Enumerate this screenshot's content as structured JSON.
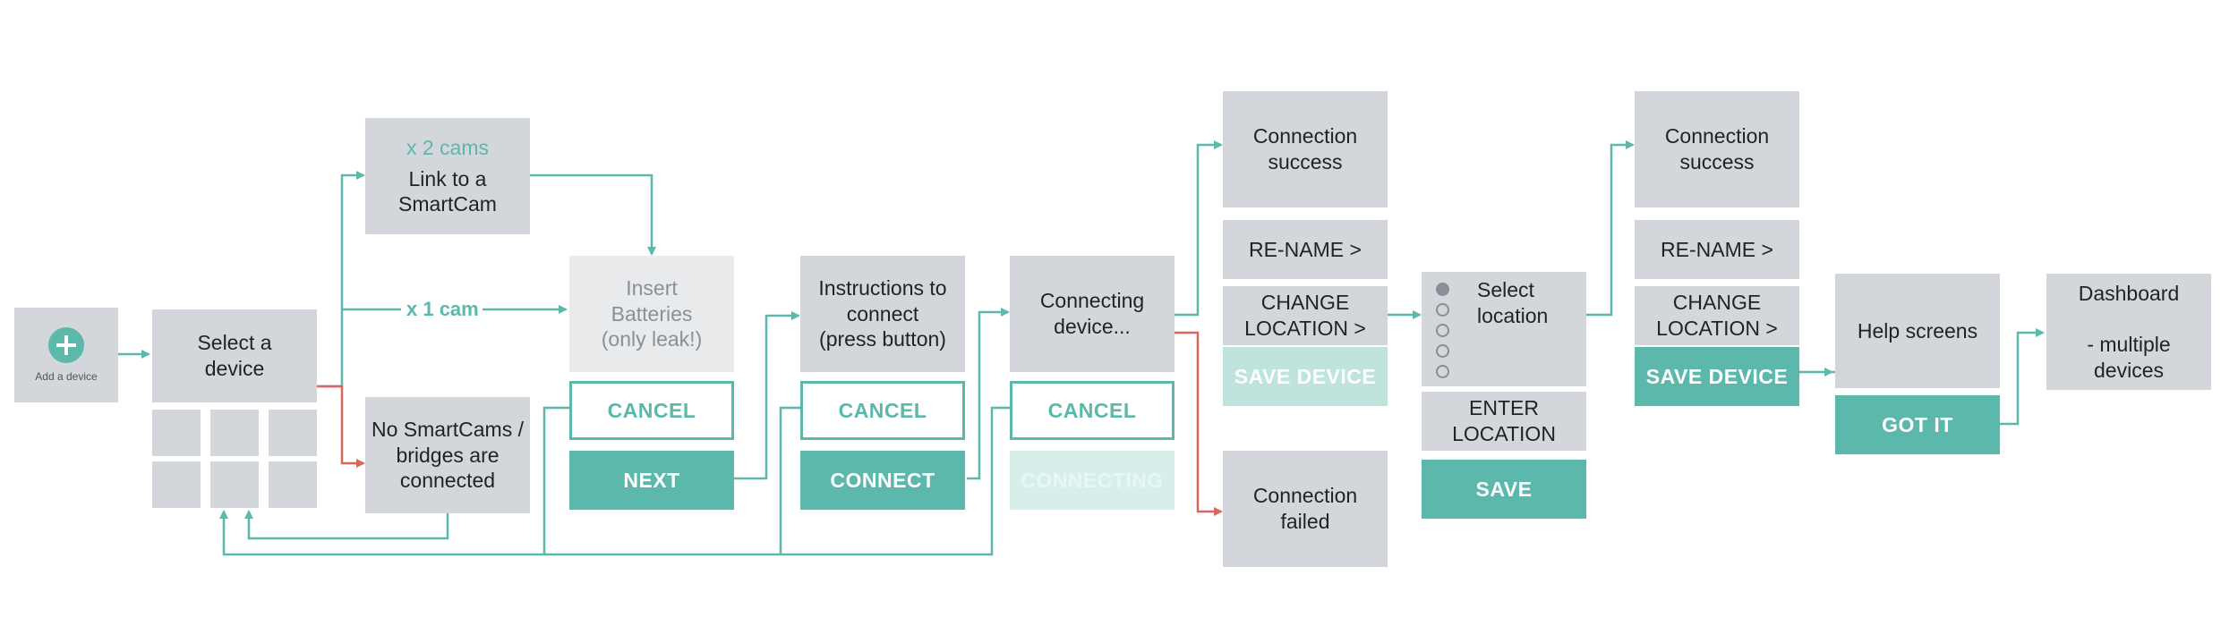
{
  "colors": {
    "accent": "#5bb8aa",
    "error_arrow": "#d9665f",
    "box": "#d3d6da"
  },
  "add_device": {
    "icon": "plus-circle-icon",
    "label": "Add a device"
  },
  "select_device": {
    "title": "Select a\ndevice"
  },
  "link_smartcam": {
    "count": "x 2 cams",
    "title": "Link to a\nSmartCam"
  },
  "one_cam_label": "x 1 cam",
  "no_smartcams": {
    "title": "No SmartCams /\nbridges are\nconnected"
  },
  "insert_batteries": {
    "title": "Insert\nBatteries\n(only leak!)",
    "cancel": "CANCEL",
    "next": "NEXT"
  },
  "instructions": {
    "title": "Instructions to\nconnect\n(press button)",
    "cancel": "CANCEL",
    "connect": "CONNECT"
  },
  "connecting": {
    "title": "Connecting\ndevice...",
    "cancel": "CANCEL",
    "status": "CONNECTING"
  },
  "success_1": {
    "title": "Connection\nsuccess",
    "rename": "RE-NAME >",
    "change_location": "CHANGE\nLOCATION >",
    "save": "SAVE DEVICE"
  },
  "failed": {
    "title": "Connection\nfailed"
  },
  "select_location": {
    "title": "Select\nlocation",
    "options": [
      "",
      "",
      "",
      "",
      ""
    ],
    "enter": "ENTER\nLOCATION",
    "save": "SAVE"
  },
  "success_2": {
    "title": "Connection\nsuccess",
    "rename": "RE-NAME >",
    "change_location": "CHANGE\nLOCATION >",
    "save": "SAVE DEVICE"
  },
  "help": {
    "title": "Help screens",
    "got_it": "GOT IT"
  },
  "dashboard": {
    "title": "Dashboard\n\n- multiple\ndevices"
  }
}
